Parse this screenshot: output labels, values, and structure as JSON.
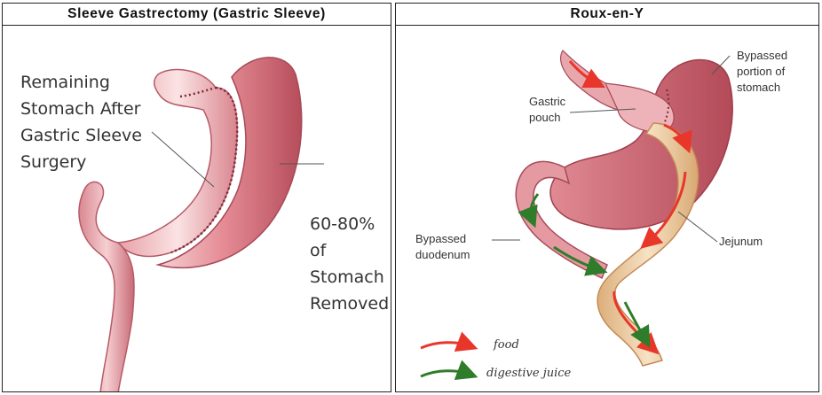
{
  "left_panel": {
    "title": "Sleeve Gastrectomy (Gastric Sleeve)",
    "remaining_label": [
      "Remaining",
      "Stomach After",
      "Gastric Sleeve",
      "Surgery"
    ],
    "removed_label": [
      "60-80%",
      "of",
      "Stomach",
      "Removed"
    ]
  },
  "right_panel": {
    "title": "Roux-en-Y",
    "bypassed_stomach": [
      "Bypassed",
      "portion of",
      "stomach"
    ],
    "gastric_pouch": [
      "Gastric",
      "pouch"
    ],
    "jejunum": "Jejunum",
    "bypassed_duodenum": [
      "Bypassed",
      "duodenum"
    ],
    "legend_food": "food",
    "legend_juice": "digestive juice"
  },
  "colors": {
    "stomach": "#c9646f",
    "stomach_light": "#f2c3c6",
    "jejunum": "#e9c99c",
    "food_arrow": "#e8372a",
    "juice_arrow": "#2f7d2a",
    "staples": "#7a2a3a"
  }
}
